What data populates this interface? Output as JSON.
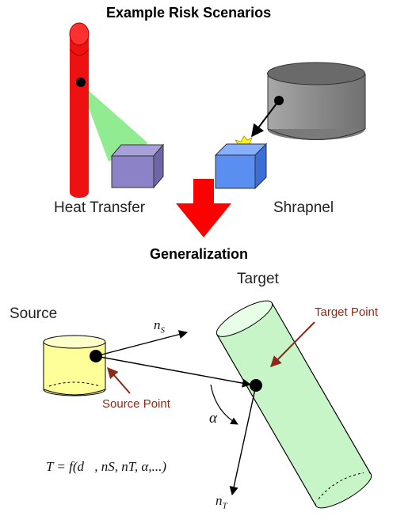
{
  "titles": {
    "scenarios": "Example Risk Scenarios",
    "generalization": "Generalization"
  },
  "scenarios": {
    "heat_transfer": "Heat Transfer",
    "shrapnel": "Shrapnel"
  },
  "generalization": {
    "target": "Target",
    "source": "Source",
    "target_point": "Target Point",
    "source_point": "Source Point",
    "n_s": "n",
    "n_s_sub": "S",
    "n_t": "n",
    "n_t_sub": "T",
    "alpha": "α",
    "formula": "T = f(d⃗, nS, nT, α,...)"
  },
  "colors": {
    "red_cylinder": "#ee1111",
    "heat_beam": "#7ee87e",
    "purple_cube": "#8c82c8",
    "blue_cube": "#5a8ef0",
    "gray_drum": "#8c8c8c",
    "spark": "#ffee22",
    "arrow_red": "#ff0000",
    "source_fill": "#ffff99",
    "target_fill": "#c8f5c8",
    "annotation": "#8a2a1a"
  }
}
